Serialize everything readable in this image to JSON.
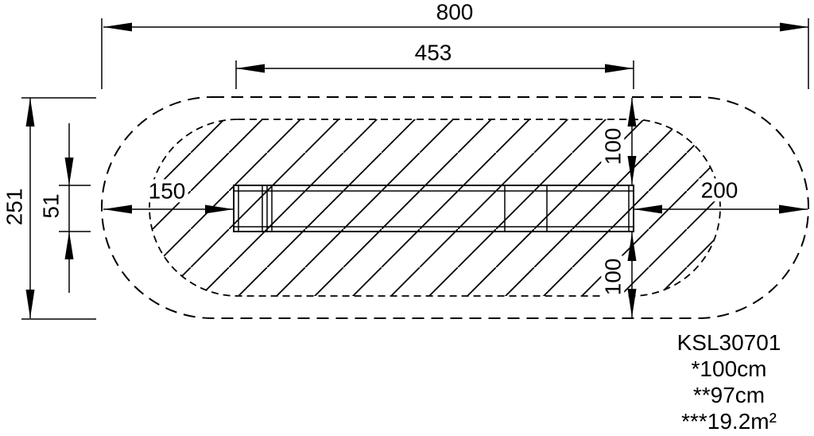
{
  "drawing": {
    "product_code": "KSL30701",
    "notes": [
      "*100cm",
      "**97cm",
      "***19.2m²"
    ],
    "dimensions": {
      "overall_width": "800",
      "equipment_length": "453",
      "overall_depth": "251",
      "equipment_depth": "51",
      "clearance_left": "150",
      "clearance_right": "200",
      "clearance_top": "100",
      "clearance_bottom": "100"
    },
    "colors": {
      "line": "#000000",
      "background": "#ffffff"
    }
  }
}
